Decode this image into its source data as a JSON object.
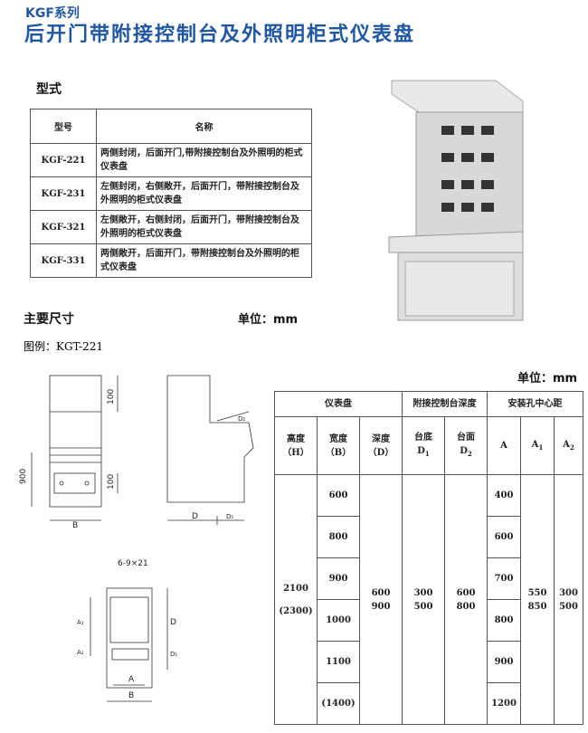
{
  "header": {
    "series": "KGF系列",
    "title": "后开门带附接控制台及外照明柜式仪表盘"
  },
  "types": {
    "heading": "型式",
    "columns": [
      "型号",
      "名称"
    ],
    "rows": [
      {
        "model": "KGF-221",
        "name": "两侧封闭，后面开门,带附接控制台及外照明的柜式仪表盘"
      },
      {
        "model": "KGF-231",
        "name": "左侧封闭，右侧敞开，后面开门，带附接控制台及外照明的柜式仪表盘"
      },
      {
        "model": "KGF-321",
        "name": "左侧敞开，右侧封闭，后面开门，带附接控制台及外照明的柜式仪表盘"
      },
      {
        "model": "KGF-331",
        "name": "两侧敞开，后面开门，带附接控制台及外照明的柜式仪表盘"
      }
    ]
  },
  "dimensions": {
    "heading": "主要尺寸",
    "unit": "单位：mm",
    "legend": "图例：KGT-221",
    "unit2": "单位：mm"
  },
  "diagram": {
    "h100a": "100",
    "h900": "900",
    "h100b": "100",
    "B": "B",
    "D": "D",
    "D1": "D₁",
    "D2": "D₂",
    "holes": "6-9×21",
    "A1": "A₁",
    "A2": "A₂",
    "A": "A",
    "B2": "B",
    "Dp": "D",
    "D1p": "D₁"
  },
  "spec": {
    "group1": "仪表盘",
    "group2": "附接控制台深度",
    "group3": "安装孔中心距",
    "h": "高度",
    "h_sym": "（H）",
    "b": "宽度",
    "b_sym": "（B）",
    "d": "深度",
    "d_sym": "（D）",
    "d1": "台底",
    "d1_sym": "D",
    "d1_sub": "1",
    "d2": "台面",
    "d2_sym": "D",
    "d2_sub": "2",
    "a": "A",
    "a1": "A",
    "a1_sub": "1",
    "a2": "A",
    "a2_sub": "2",
    "height_values": [
      "2100",
      "(2300)"
    ],
    "widths": [
      "600",
      "800",
      "900",
      "1000",
      "1100",
      "(1400)"
    ],
    "depths": [
      "600",
      "900"
    ],
    "d1_values": [
      "300",
      "500"
    ],
    "d2_values": [
      "600",
      "800"
    ],
    "a_values": [
      "400",
      "600",
      "700",
      "800",
      "900",
      "1200"
    ],
    "a1_values": [
      "550",
      "850"
    ],
    "a2_values": [
      "300",
      "500"
    ]
  }
}
